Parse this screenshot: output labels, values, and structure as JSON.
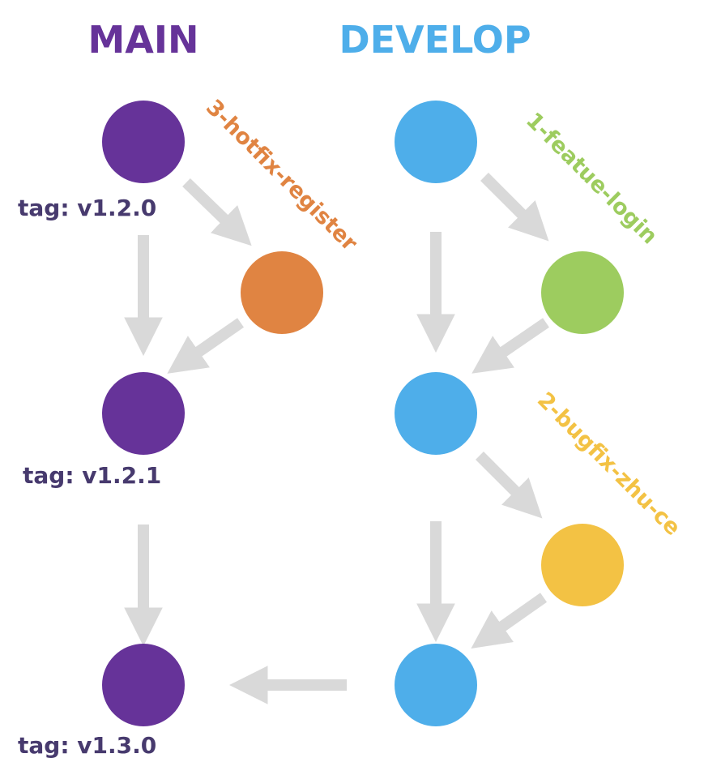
{
  "titles": {
    "main": "MAIN",
    "develop": "DEVELOP"
  },
  "tags": {
    "t1": "tag:  v1.2.0",
    "t2": "tag:  v1.2.1",
    "t3": "tag:  v1.3.0"
  },
  "branches": {
    "hotfix": "3-hotfix-register",
    "feature": "1-featue-login",
    "bugfix": "2-bugfix-zhu-ce"
  },
  "colors": {
    "main": "#663399",
    "develop": "#4eaeea",
    "hotfix": "#e08442",
    "feature": "#9dcc5f",
    "bugfix": "#f3c244",
    "arrow": "#d9d9d9",
    "tag_text": "#473a6e"
  }
}
